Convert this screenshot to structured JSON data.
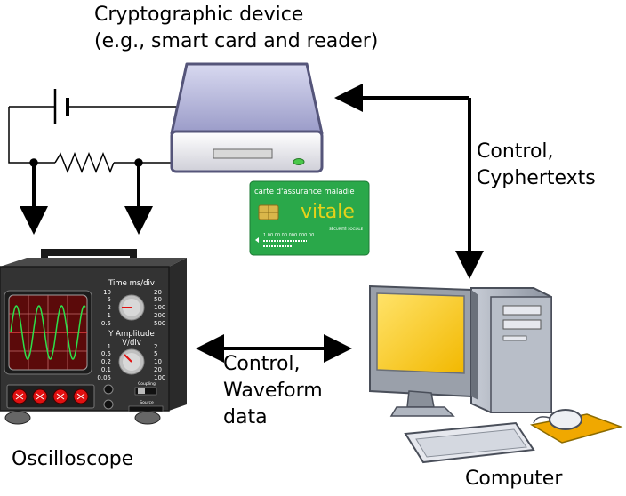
{
  "labels": {
    "crypto_device_line1": "Cryptographic device",
    "crypto_device_line2": "(e.g., smart card and reader)",
    "control_cyphertexts_line1": "Control,",
    "control_cyphertexts_line2": "Cyphertexts",
    "control_waveform_line1": "Control,",
    "control_waveform_line2": "Waveform",
    "control_waveform_line3": "data",
    "oscilloscope": "Oscilloscope",
    "computer": "Computer"
  },
  "smart_card": {
    "header": "carte d'assurance maladie",
    "brand": "vitale",
    "number_line": "1 00 00 00 000 000 00",
    "small_text": "SÉCURITÉ SOCIALE",
    "color": "#2aa84a",
    "brand_color": "#e6d21a"
  },
  "oscilloscope": {
    "time_title": "Time ms/div",
    "time_ticks_left": [
      "10",
      "5",
      "2",
      "1",
      "0.5"
    ],
    "time_ticks_right": [
      "20",
      "50",
      "100",
      "200",
      "500"
    ],
    "amp_title": "Y Amplitude",
    "amp_unit": "V/div",
    "amp_ticks_left": [
      "1",
      "0.5",
      "0.2",
      "0.1",
      "0.05"
    ],
    "amp_ticks_right": [
      "2",
      "5",
      "10",
      "20",
      "100"
    ],
    "coupling_label": "Coupling",
    "source_label": "Source",
    "screen_color": "#5b0a0a",
    "wave_color": "#2de04a",
    "knob_color": "#e01010"
  },
  "colors": {
    "monitor_screen": "#f5c400",
    "mousepad": "#f0a800",
    "arrow": "#000000"
  }
}
